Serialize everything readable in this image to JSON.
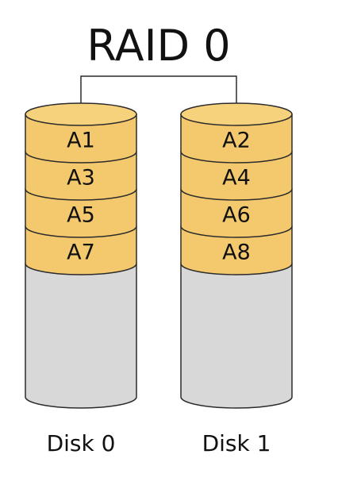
{
  "title": "RAID 0",
  "colors": {
    "block_fill": "#f4c96e",
    "block_top_fill": "#f6d27c",
    "empty_fill": "#d8d8d8",
    "stroke": "#2b2b2b",
    "text": "#111111",
    "background": "#ffffff"
  },
  "disks": [
    {
      "label": "Disk 0",
      "blocks": [
        "A1",
        "A3",
        "A5",
        "A7"
      ]
    },
    {
      "label": "Disk 1",
      "blocks": [
        "A2",
        "A4",
        "A6",
        "A8"
      ]
    }
  ]
}
